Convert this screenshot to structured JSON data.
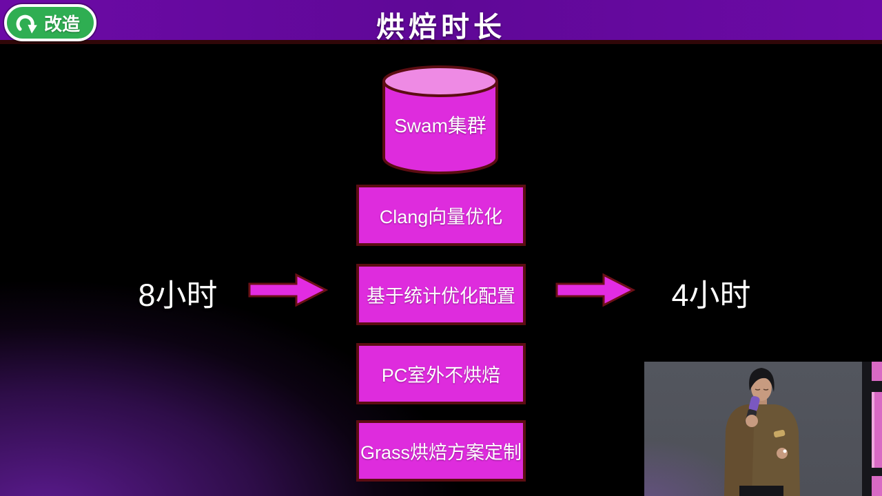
{
  "header": {
    "badge_label": "改造",
    "title": "烘焙时长"
  },
  "flow": {
    "source_label": "Swam集群",
    "steps": [
      {
        "label": "Clang向量优化"
      },
      {
        "label": "基于统计优化配置"
      },
      {
        "label": "PC室外不烘焙"
      },
      {
        "label": "Grass烘焙方案定制"
      }
    ],
    "before_label": "8小时",
    "after_label": "4小时"
  },
  "colors": {
    "header_bar": "#6c0aa6",
    "header_underline": "#300708",
    "badge_green": "#2fae52",
    "node_fill": "#de2cdd",
    "node_border": "#5c0d12",
    "cylinder_top": "#ee8ae4",
    "arrow_fill": "#e22ce2",
    "arrow_border": "#6b1016",
    "glow_purple": "#5a1a8c",
    "video_bg": "#54575f",
    "pink_panel": "#d86ac4",
    "text": "#ffffff"
  }
}
